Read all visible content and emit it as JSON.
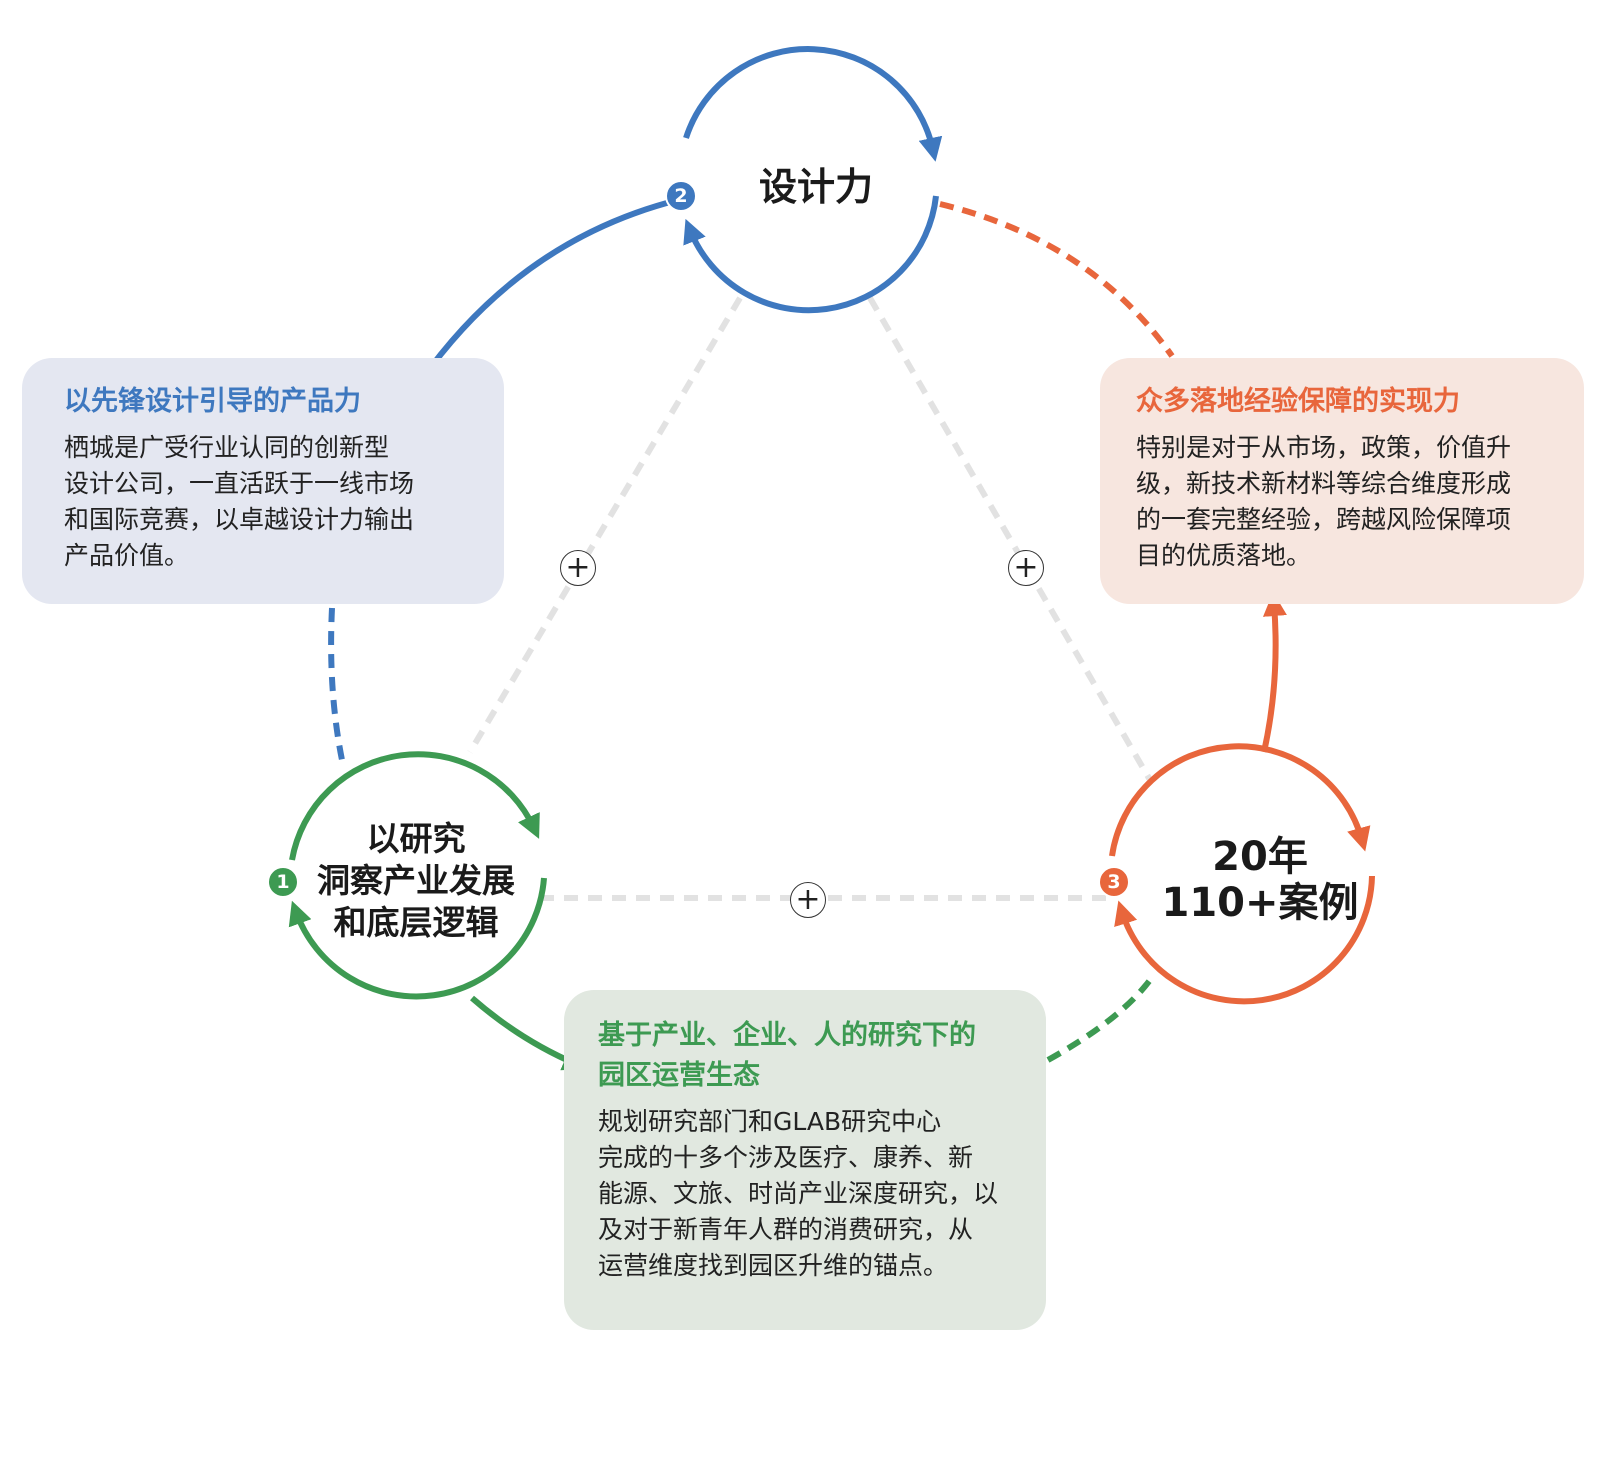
{
  "nodes": {
    "design": {
      "label": "设计力",
      "number": "2",
      "color": "#3e78bf"
    },
    "research": {
      "lines": [
        "以研究",
        "洞察产业发展",
        "和底层逻辑"
      ],
      "number": "1",
      "color": "#3d9a52"
    },
    "years": {
      "lines": [
        "20年",
        "110+案例"
      ],
      "number": "3",
      "color": "#e8663c"
    }
  },
  "cards": {
    "product": {
      "title": "以先锋设计引导的产品力",
      "lines": [
        "栖城是广受行业认同的创新型",
        "设计公司，一直活跃于一线市场",
        "和国际竞赛，以卓越设计力输出",
        "产品价值。"
      ]
    },
    "realization": {
      "title": "众多落地经验保障的实现力",
      "lines": [
        "特别是对于从市场，政策，价值升",
        "级，新技术新材料等综合维度形成",
        "的一套完整经验，跨越风险保障项",
        "目的优质落地。"
      ]
    },
    "operation": {
      "title_lines": [
        "基于产业、企业、人的研究下的",
        "园区运营生态"
      ],
      "lines": [
        "规划研究部门和GLAB研究中心",
        "完成的十多个涉及医疗、康养、新",
        "能源、文旅、时尚产业深度研究，以",
        "及对于新青年人群的消费研究，从",
        "运营维度找到园区升维的锚点。"
      ]
    },
    "plus_symbol": "+"
  },
  "colors": {
    "blue": "#3e78bf",
    "green": "#3d9a52",
    "orange": "#e8663c",
    "gray_dash": "#e2e2e2"
  }
}
